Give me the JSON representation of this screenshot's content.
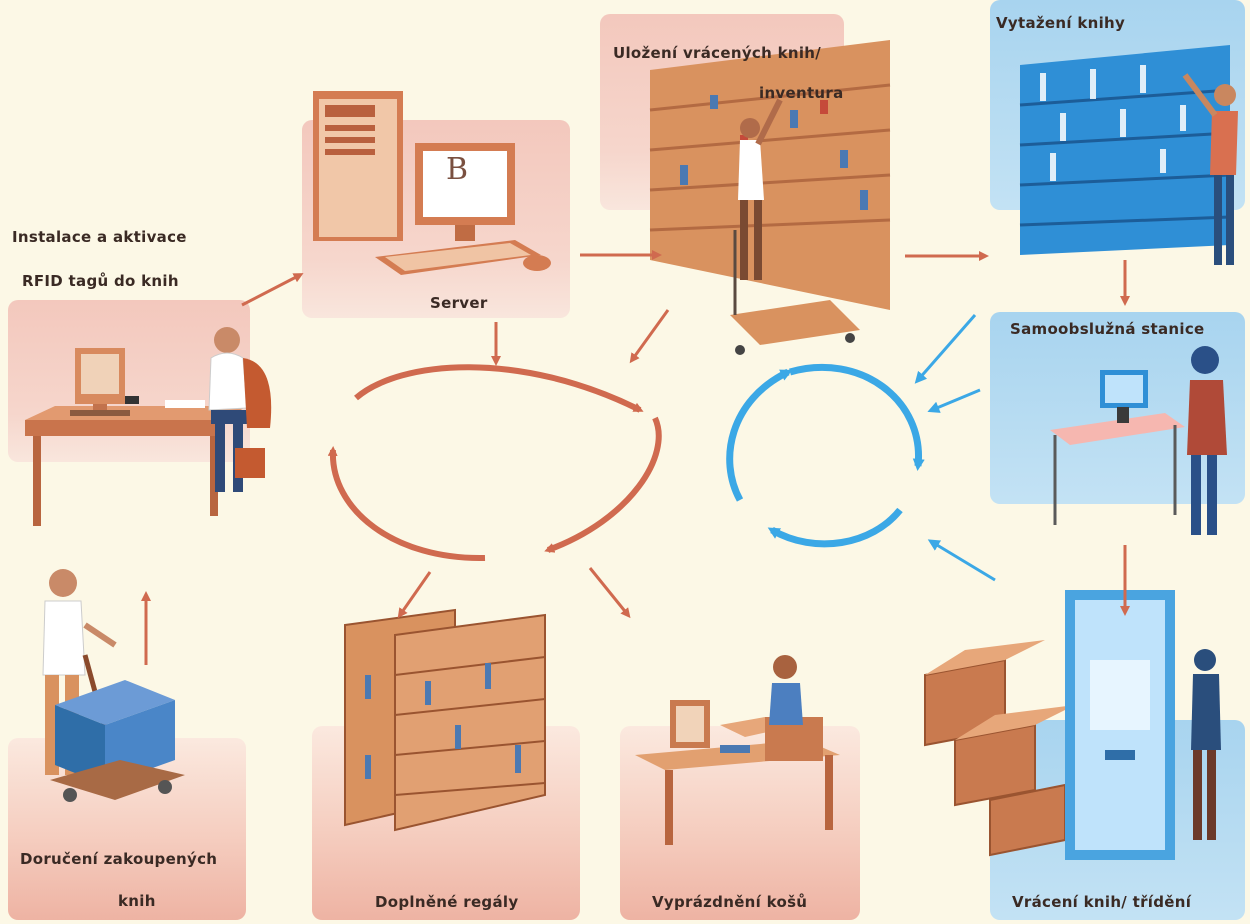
{
  "labels": {
    "install": [
      "Instalace a aktivace",
      "RFID tagů do knih"
    ],
    "server": "Server",
    "store": [
      "Uložení vrácených knih/",
      "inventura"
    ],
    "pull": "Vytažení knihy",
    "selfservice": "Samoobslužná stanice",
    "return": "Vrácení knih/ třídění",
    "empty": "Vyprázdnění košů",
    "refill": "Doplněné regály",
    "delivery": [
      "Doručení zakoupených",
      "knih"
    ]
  },
  "server_screen_letter": "B",
  "colors": {
    "background": "#fcf8e6",
    "rust_arrow": "#d06a4f",
    "blue_arrow": "#3ba8e6",
    "salmon_panel": "#f3c8bd",
    "blue_panel": "#a8d4ef",
    "wood": "#d98d63",
    "shelf_blue": "#2f8fd6"
  }
}
